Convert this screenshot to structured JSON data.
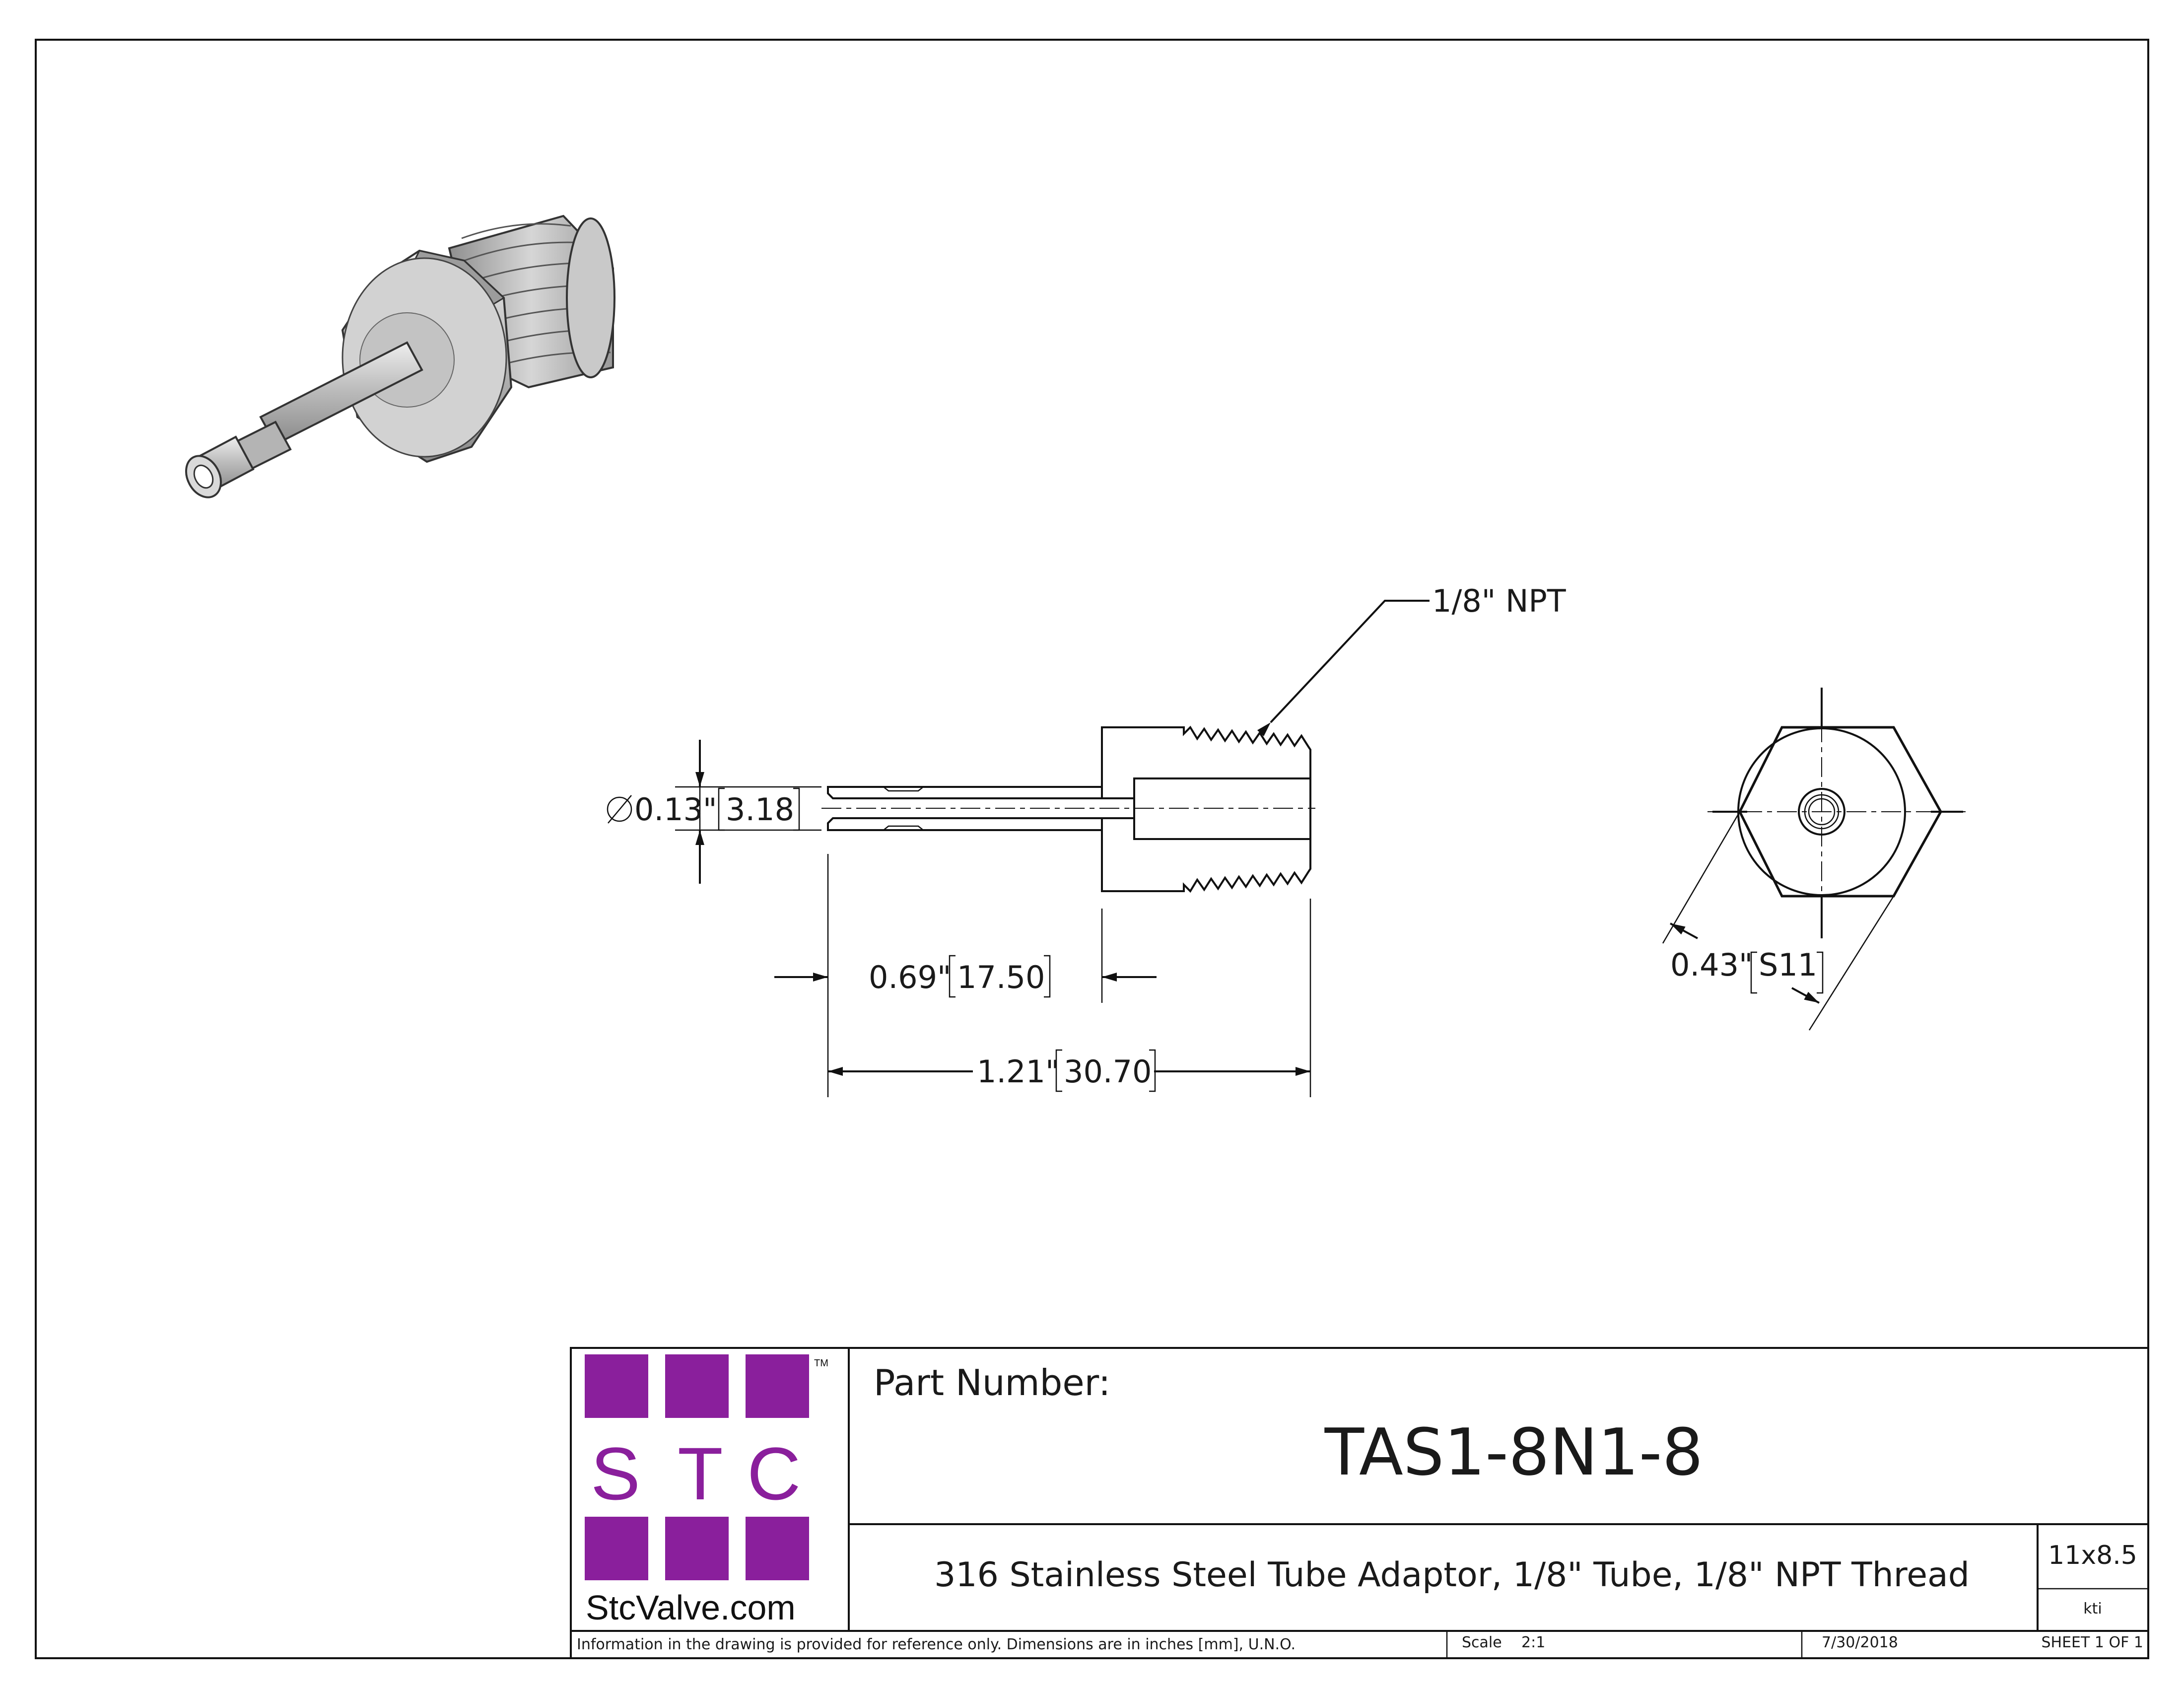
{
  "dimensions": {
    "tube_diameter": "0.13\"",
    "tube_diameter_mm": "3.18",
    "tube_length": "0.69\"",
    "tube_length_mm": "17.50",
    "overall_length": "1.21\"",
    "overall_length_mm": "30.70",
    "hex_size": "0.43\"",
    "hex_size_mm": "S11"
  },
  "callouts": {
    "thread": "1/8\" NPT"
  },
  "logo": {
    "letters": [
      "S",
      "T",
      "C"
    ],
    "tm": "TM",
    "url": "StcValve.com",
    "color": "#8a1f9c"
  },
  "title_block": {
    "part_number_label": "Part Number:",
    "part_number": "TAS1-8N1-8",
    "description": "316 Stainless Steel Tube Adaptor, 1/8\" Tube, 1/8\" NPT Thread",
    "sheet_size": "11x8.5",
    "drawn_by": "kti",
    "disclaimer": "Information in the drawing is provided for reference only. Dimensions are in inches [mm], U.N.O.",
    "scale_label": "Scale",
    "scale": "2:1",
    "date": "7/30/2018",
    "sheet": "SHEET 1 OF 1"
  }
}
